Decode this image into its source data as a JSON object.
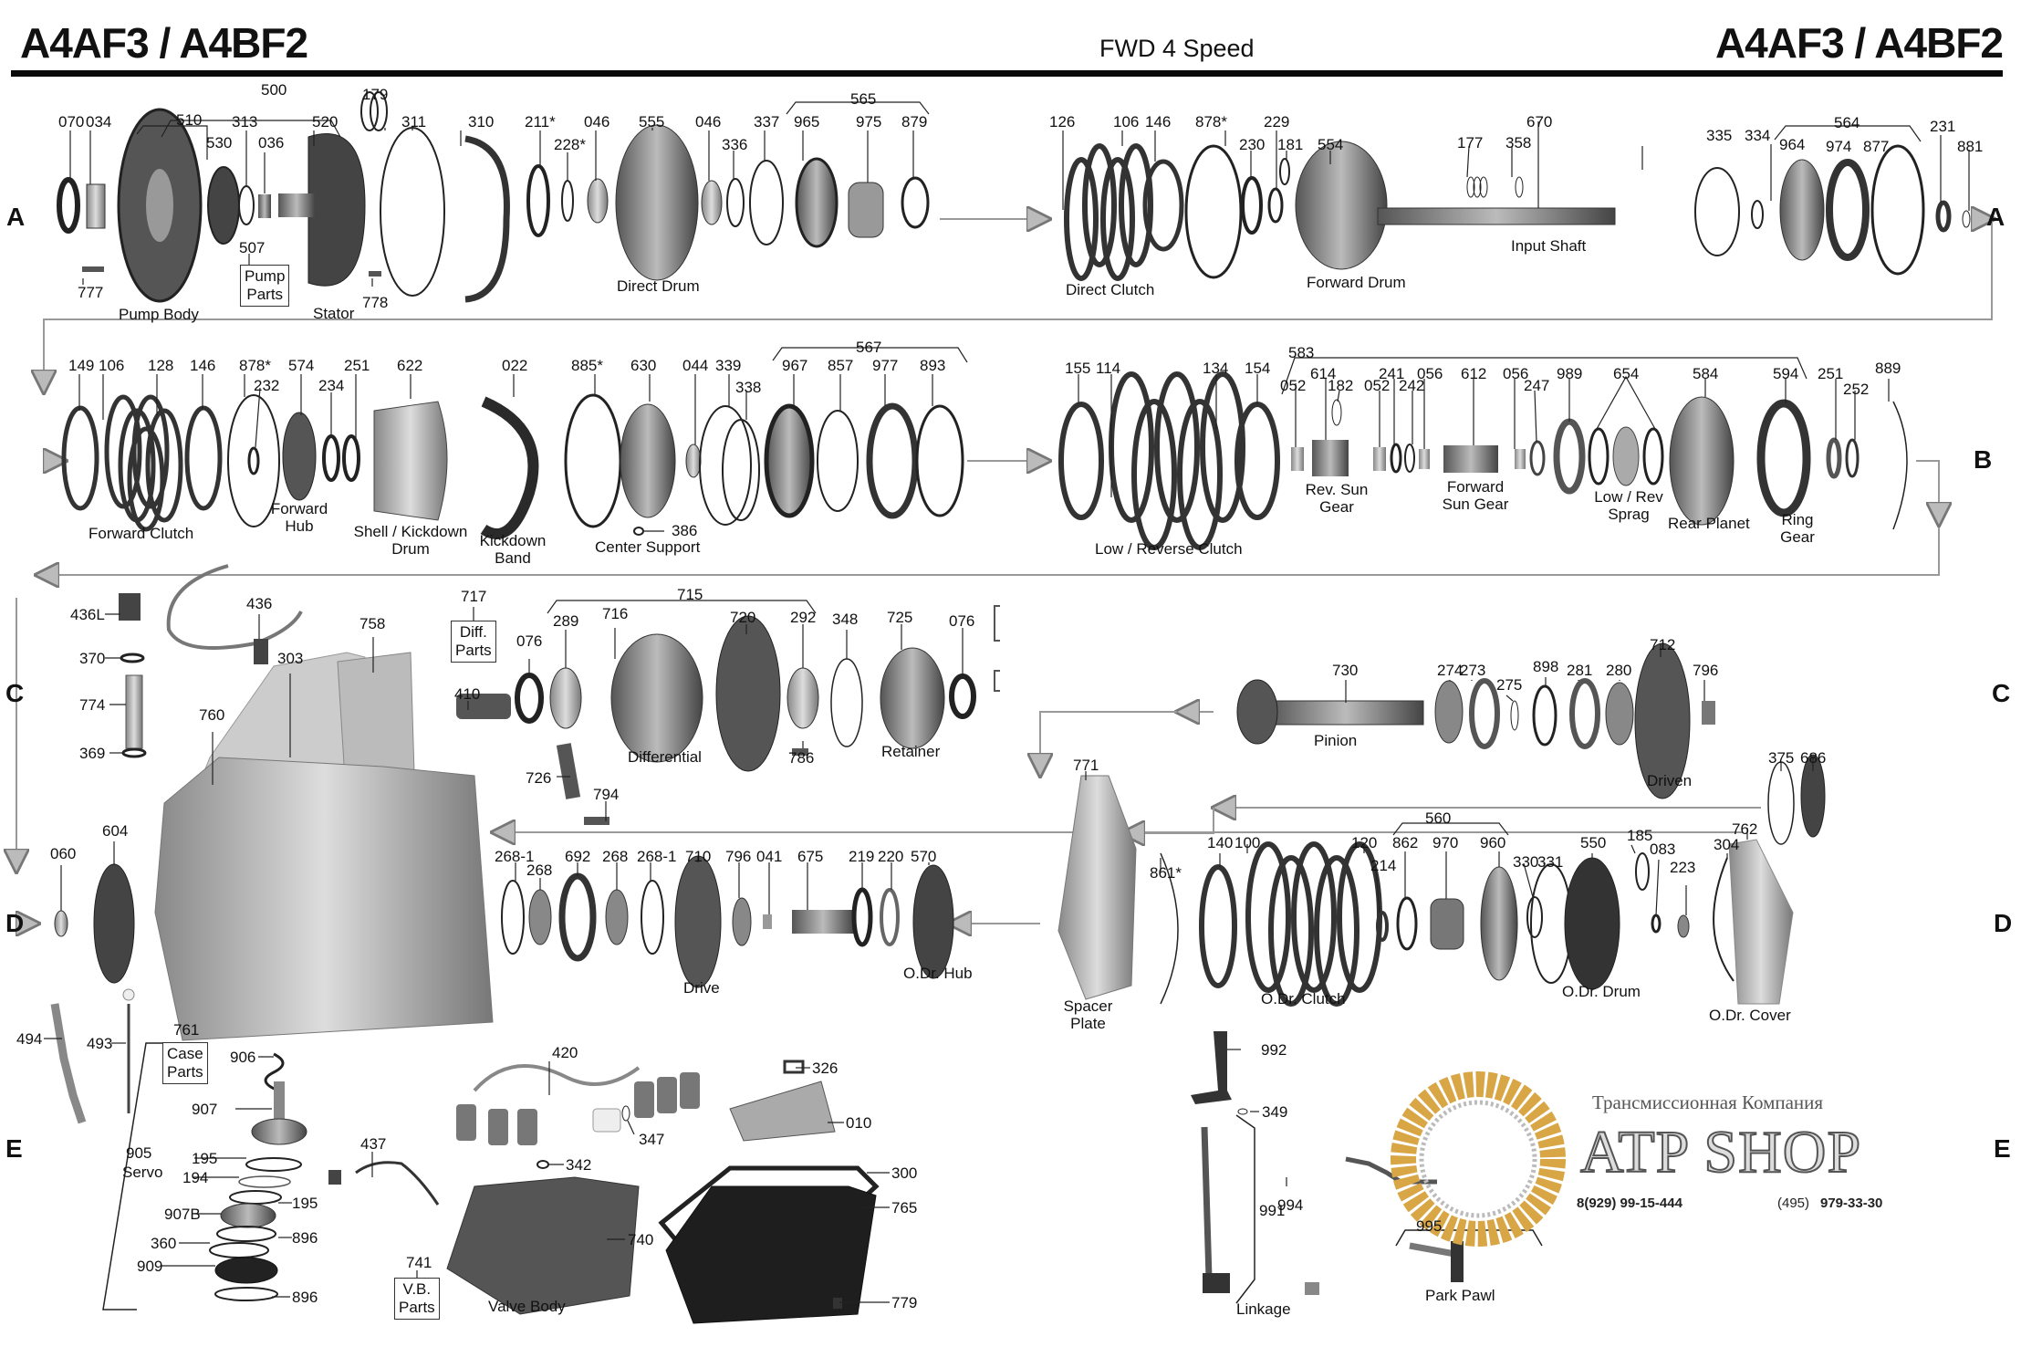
{
  "header": {
    "title_left": "A4AF3 / A4BF2",
    "subtitle": "FWD 4 Speed",
    "title_right": "A4AF3 / A4BF2"
  },
  "row_markers": [
    "A",
    "B",
    "C",
    "D",
    "E"
  ],
  "row_a": {
    "labels": [
      "070",
      "034",
      "500",
      "510",
      "313",
      "530",
      "036",
      "520",
      "179",
      "311",
      "310",
      "211*",
      "228*",
      "046",
      "555",
      "046",
      "336",
      "337",
      "565",
      "965",
      "975",
      "879",
      "126",
      "106",
      "146",
      "878*",
      "229",
      "230",
      "181",
      "554",
      "177",
      "358",
      "670",
      "335",
      "334",
      "564",
      "964",
      "974",
      "877",
      "231",
      "881",
      "507",
      "777",
      "778"
    ],
    "names": [
      "Pump Body",
      "Stator",
      "Direct Drum",
      "Direct Clutch",
      "Forward Drum",
      "Input Shaft"
    ],
    "pump_box": "Pump\nParts"
  },
  "row_b": {
    "labels": [
      "149",
      "106",
      "128",
      "146",
      "878*",
      "232",
      "574",
      "234",
      "251",
      "622",
      "022",
      "885*",
      "630",
      "044",
      "339",
      "338",
      "567",
      "967",
      "857",
      "977",
      "893",
      "155",
      "114",
      "134",
      "154",
      "583",
      "052",
      "614",
      "182",
      "052",
      "241",
      "242",
      "056",
      "612",
      "056",
      "247",
      "989",
      "654",
      "584",
      "594",
      "251",
      "252",
      "889",
      "386"
    ],
    "names": [
      "Forward Clutch",
      "Forward Hub",
      "Shell / Kickdown Drum",
      "Kickdown Band",
      "Center Support",
      "Low / Reverse Clutch",
      "Rev. Sun Gear",
      "Forward Sun Gear",
      "Low / Rev Sprag",
      "Rear Planet",
      "Ring Gear"
    ]
  },
  "row_c": {
    "labels": [
      "436L",
      "370",
      "774",
      "369",
      "436",
      "758",
      "303",
      "760",
      "717",
      "410",
      "726",
      "794",
      "715",
      "076",
      "289",
      "716",
      "720",
      "292",
      "348",
      "725",
      "076",
      "786",
      "730",
      "274",
      "273",
      "275",
      "898",
      "281",
      "280",
      "712",
      "796",
      "375",
      "686"
    ],
    "names": [
      "Differential",
      "Retainer",
      "Pinion",
      "Driven"
    ],
    "diff_box": "Diff.\nParts"
  },
  "row_d": {
    "labels": [
      "060",
      "604",
      "268-1",
      "268",
      "692",
      "268",
      "268-1",
      "710",
      "796",
      "041",
      "675",
      "219",
      "220",
      "570",
      "771",
      "861*",
      "140",
      "100",
      "120",
      "214",
      "560",
      "862",
      "970",
      "960",
      "330",
      "331",
      "550",
      "185",
      "083",
      "223",
      "304",
      "762"
    ],
    "names": [
      "Drive",
      "O.Dr. Hub",
      "Spacer Plate",
      "O.Dr. Clutch",
      "O.Dr. Drum",
      "O.Dr. Cover"
    ]
  },
  "row_e": {
    "labels": [
      "494",
      "493",
      "761",
      "906",
      "907",
      "905",
      "195",
      "194",
      "195",
      "907B",
      "896",
      "360",
      "909",
      "896",
      "420",
      "347",
      "342",
      "437",
      "740",
      "741",
      "326",
      "010",
      "300",
      "765",
      "779",
      "992",
      "349",
      "991",
      "994",
      "995"
    ],
    "names": [
      "Servo",
      "Valve Body",
      "Linkage",
      "Park Pawl"
    ],
    "case_box": "Case\nParts",
    "vb_box": "V.B.\nParts"
  },
  "logo": {
    "company": "Трансмиссионная Компания",
    "brand": "ATP SHOP",
    "phone_1": "8(929) 99-15-444",
    "phone_2_code": "(495)",
    "phone_2_number": "979-33-30",
    "ring_color": "#d9a646"
  }
}
